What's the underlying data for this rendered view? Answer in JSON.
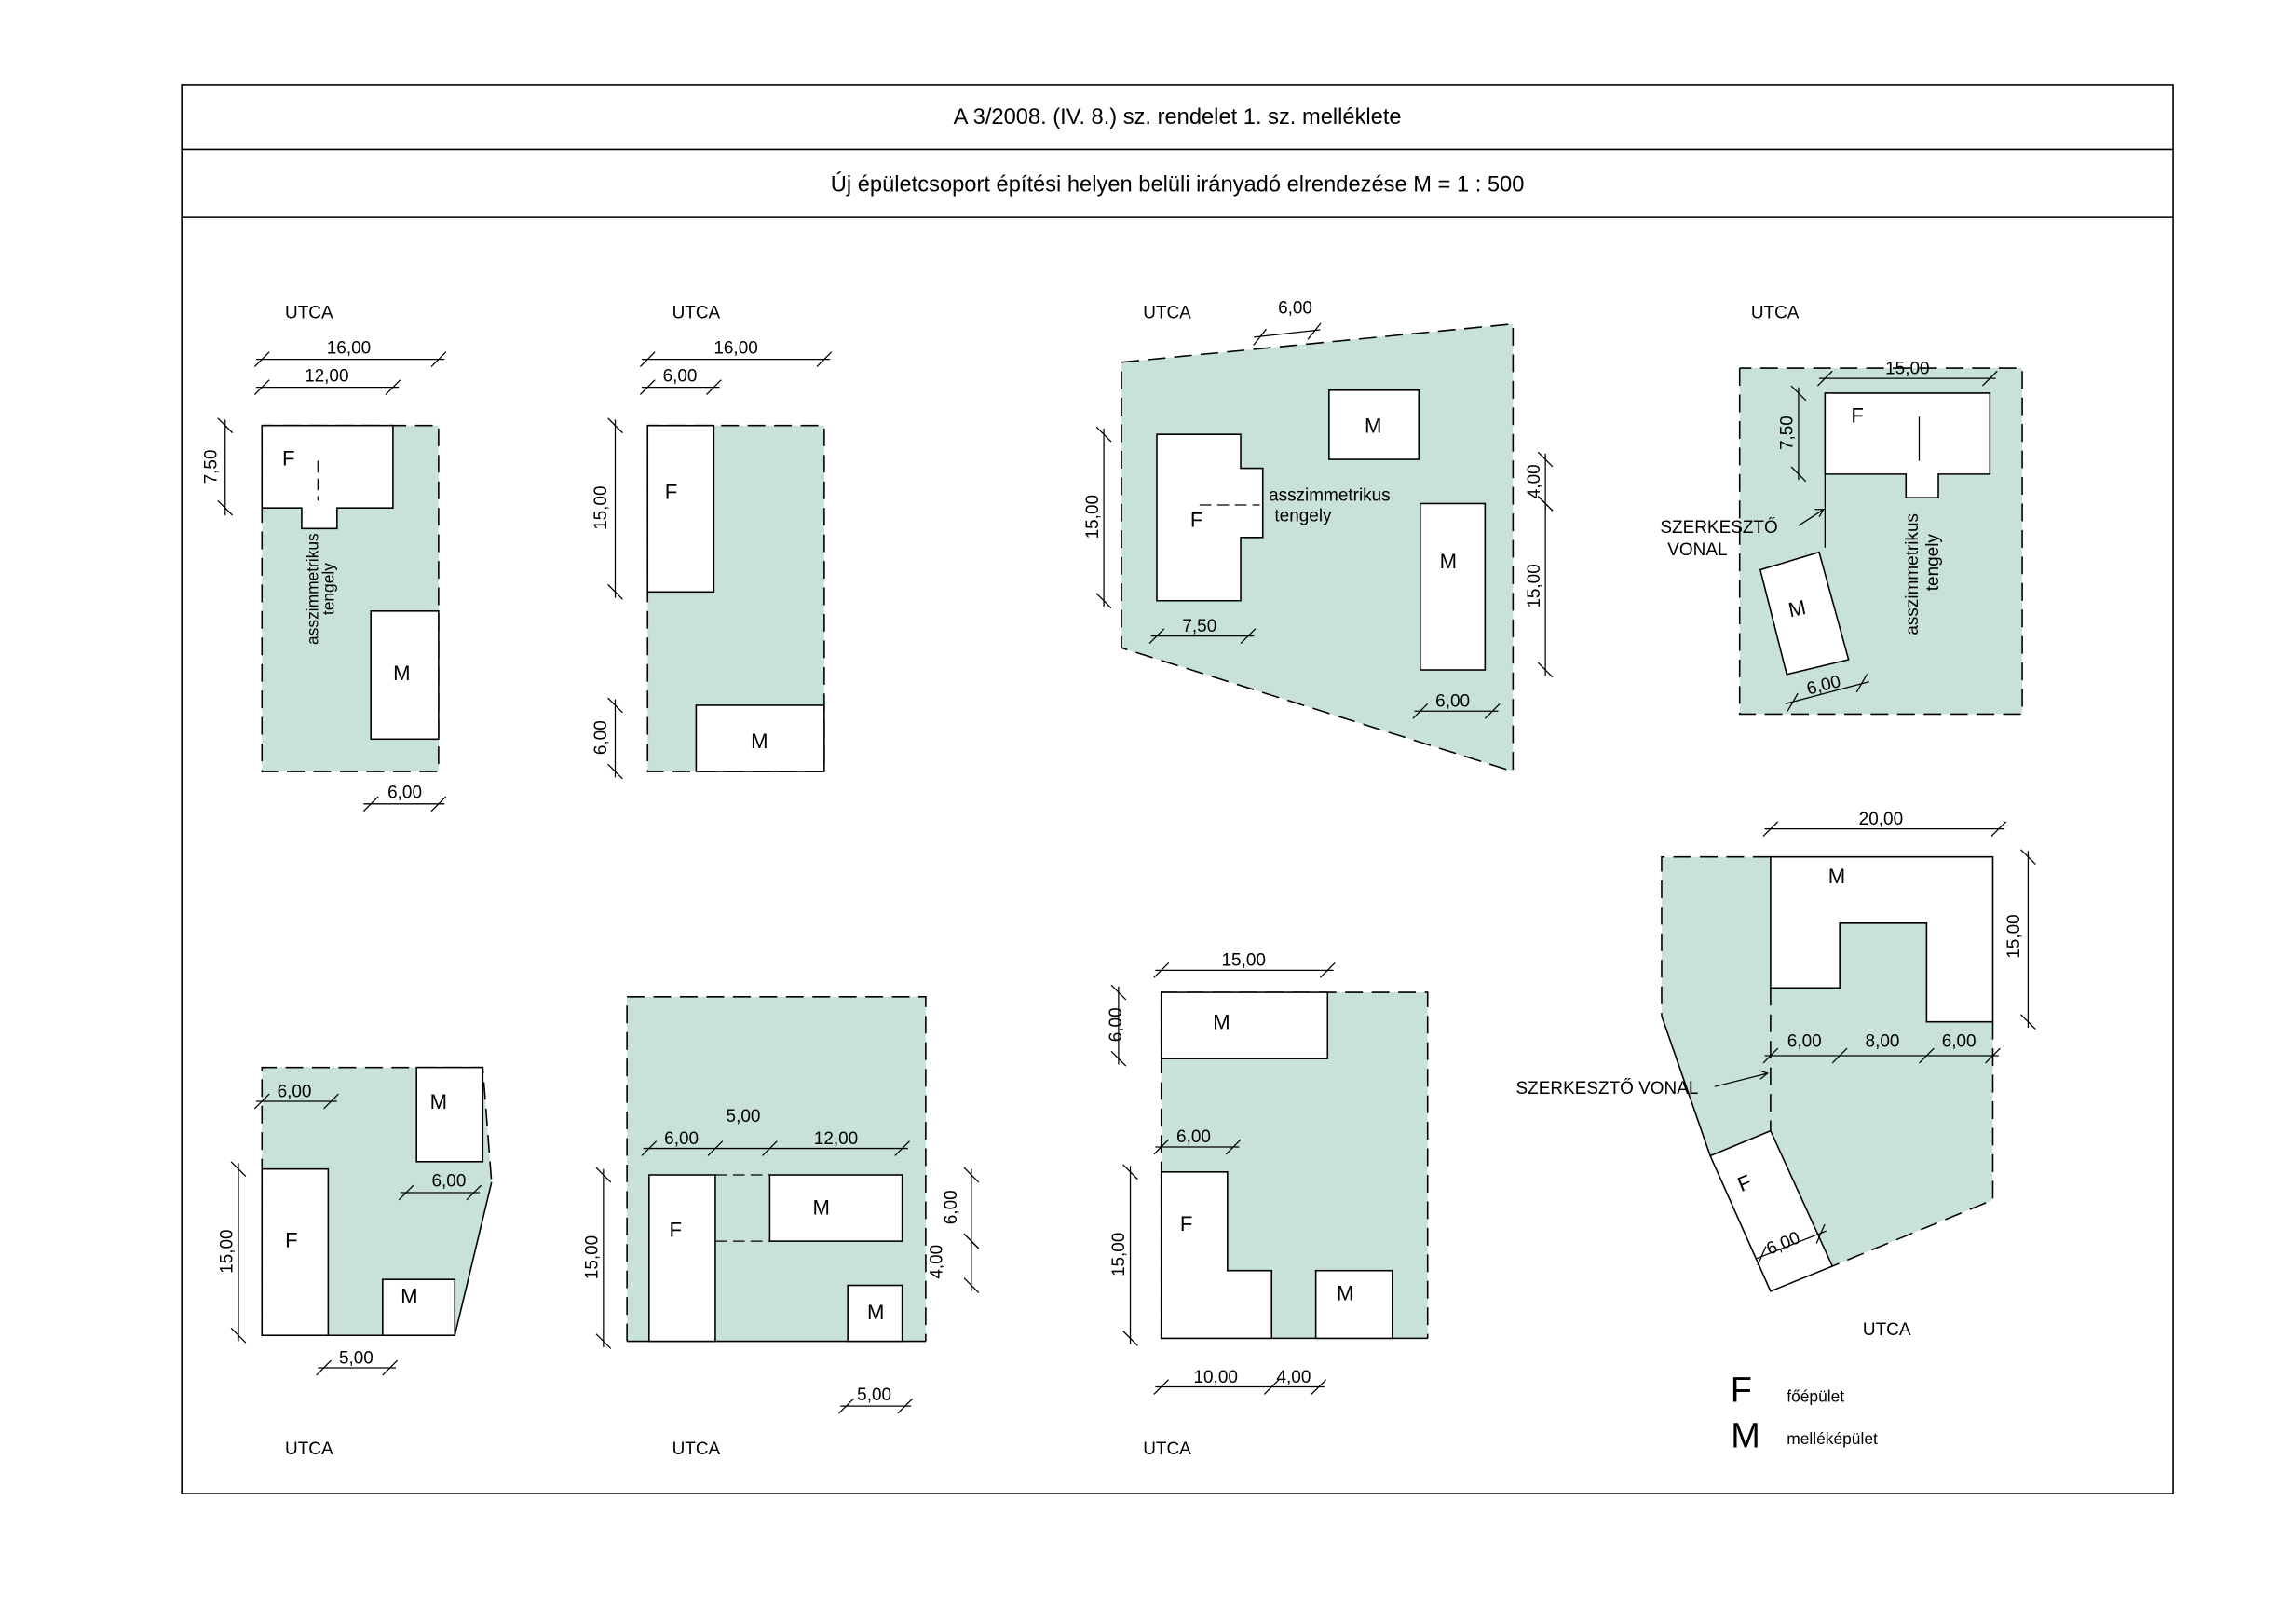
{
  "header": {
    "title": "A 3/2008. (IV. 8.) sz. rendelet 1. sz. melléklete",
    "subtitle": "Új épületcsoport építési helyen belüli irányadó elrendezése M = 1 : 500"
  },
  "labels": {
    "street": "UTCA",
    "main": "F",
    "accessory": "M",
    "axis1": "asszimmetrikus",
    "axis2": "tengely",
    "constr1": "SZERKESZTŐ",
    "constr2": "VONAL",
    "constr_full": "SZERKESZTŐ VONAL"
  },
  "diagrams": [
    {
      "dims": [
        "16,00",
        "12,00",
        "7,50",
        "6,00"
      ]
    },
    {
      "dims": [
        "16,00",
        "6,00",
        "15,00",
        "6,00"
      ]
    },
    {
      "dims": [
        "6,00",
        "15,00",
        "7,50",
        "4,00",
        "15,00",
        "6,00"
      ]
    },
    {
      "dims": [
        "15,00",
        "7,50",
        "6,00"
      ]
    },
    {
      "dims": [
        "6,00",
        "6,00",
        "15,00",
        "5,00"
      ]
    },
    {
      "dims": [
        "6,00",
        "5,00",
        "12,00",
        "15,00",
        "6,00",
        "4,00",
        "5,00"
      ]
    },
    {
      "dims": [
        "15,00",
        "6,00",
        "6,00",
        "15,00",
        "10,00",
        "4,00"
      ]
    },
    {
      "dims": [
        "20,00",
        "15,00",
        "6,00",
        "8,00",
        "6,00",
        "6,00"
      ]
    }
  ],
  "legend": [
    {
      "symbol": "F",
      "text": "főépület"
    },
    {
      "symbol": "M",
      "text": "melléképület"
    }
  ],
  "colors": {
    "plot": "#c8e2d8",
    "line": "#000000"
  }
}
